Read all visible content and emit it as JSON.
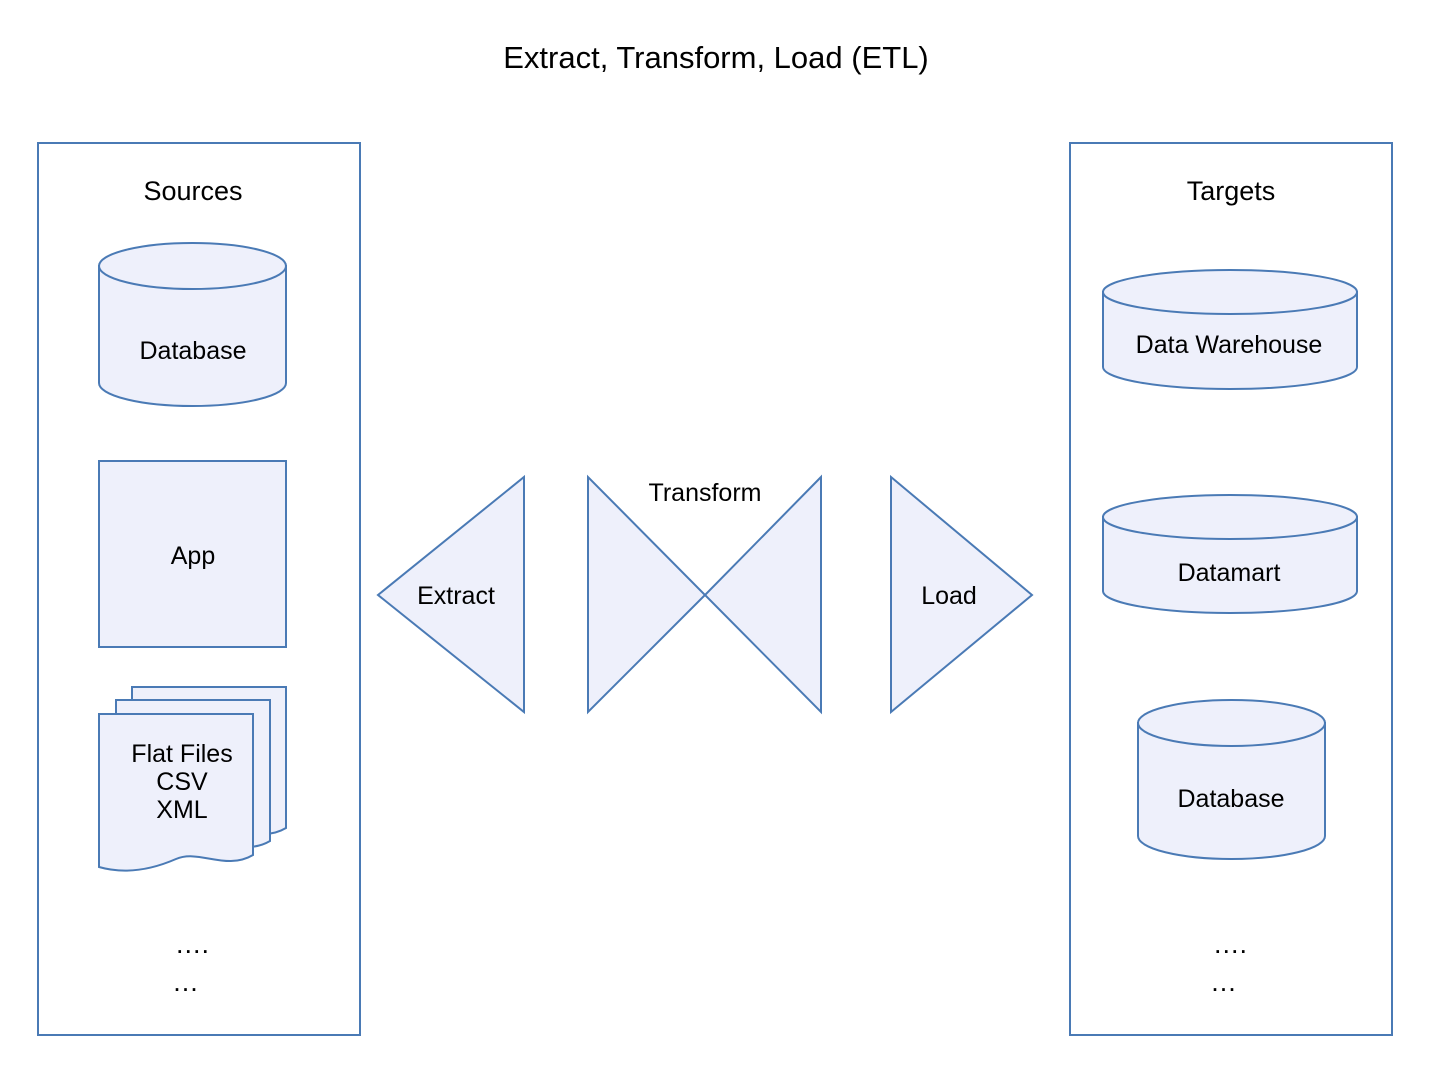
{
  "diagram": {
    "title": "Extract, Transform, Load (ETL)",
    "colors": {
      "stroke": "#4a7ab5",
      "fill": "#eef0fb",
      "background": "#ffffff",
      "text": "#000000"
    },
    "sources_panel": {
      "title": "Sources",
      "nodes": [
        {
          "label": "Database",
          "shape": "cylinder"
        },
        {
          "label": "App",
          "shape": "rectangle"
        },
        {
          "label": "Flat Files\nCSV\nXML",
          "line1": "Flat Files",
          "line2": "CSV",
          "line3": "XML",
          "shape": "document-stack"
        }
      ],
      "ellipsis": [
        "....",
        "..."
      ]
    },
    "flow_steps": [
      {
        "label": "Extract",
        "shape": "triangle-left"
      },
      {
        "label": "Transform",
        "shape": "bowtie"
      },
      {
        "label": "Load",
        "shape": "triangle-right"
      }
    ],
    "targets_panel": {
      "title": "Targets",
      "nodes": [
        {
          "label": "Data Warehouse",
          "shape": "cylinder"
        },
        {
          "label": "Datamart",
          "shape": "cylinder"
        },
        {
          "label": "Database",
          "shape": "cylinder"
        }
      ],
      "ellipsis": [
        "....",
        "..."
      ]
    }
  }
}
